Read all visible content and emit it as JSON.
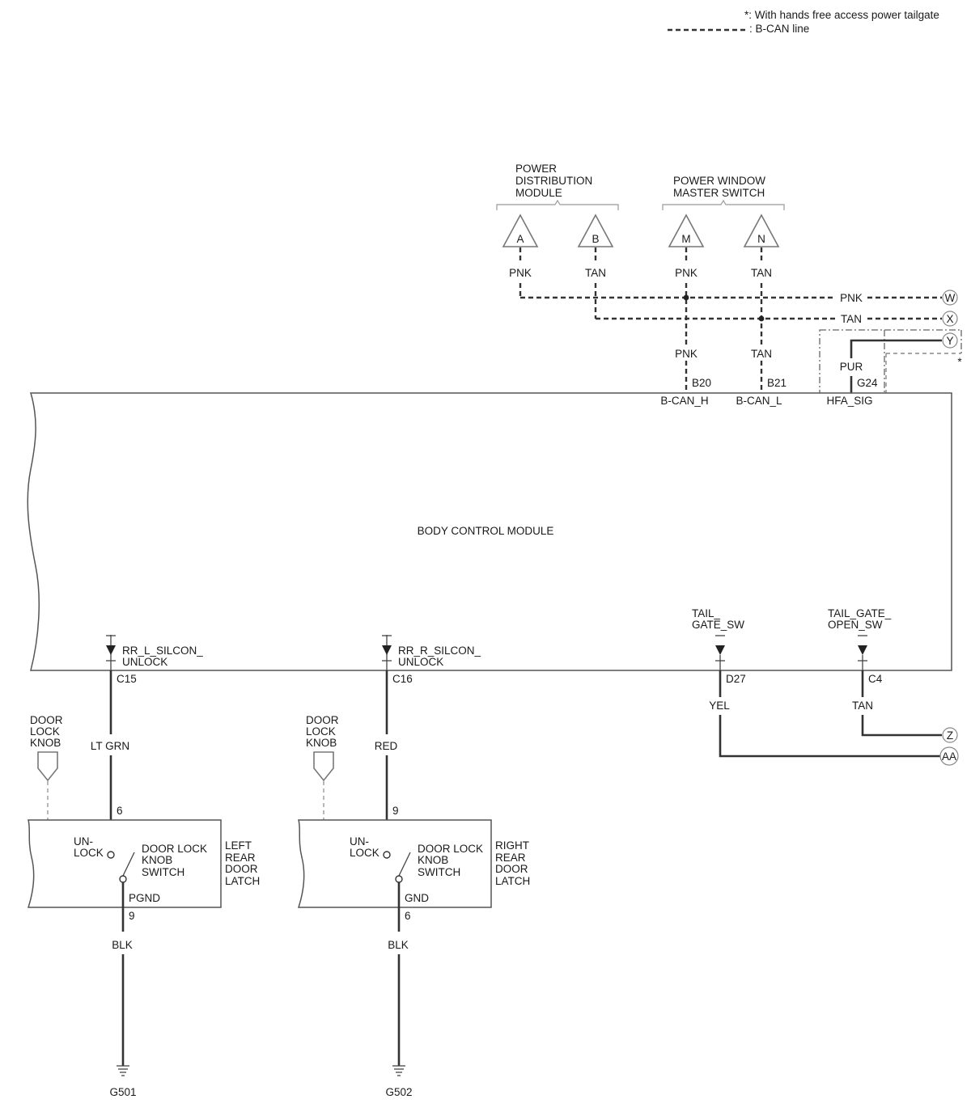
{
  "legend": {
    "optional_note": "*: With hands free access power tailgate",
    "bcan_note": ": B-CAN line"
  },
  "pdm": {
    "label_line1": "POWER",
    "label_line2": "DISTRIBUTION",
    "label_line3": "MODULE",
    "pin_a": "A",
    "pin_b": "B",
    "wire_a": "PNK",
    "wire_b": "TAN"
  },
  "pwms": {
    "label_line1": "POWER WINDOW",
    "label_line2": "MASTER SWITCH",
    "pin_m": "M",
    "pin_n": "N",
    "wire_m": "PNK",
    "wire_n": "TAN"
  },
  "bus": {
    "pnk_label": "PNK",
    "tan_label": "TAN",
    "conn_w": "W",
    "conn_x": "X",
    "conn_y": "Y",
    "conn_z": "Z",
    "conn_aa": "AA",
    "optional_mark": "*"
  },
  "bcm": {
    "title": "BODY CONTROL MODULE",
    "b20": {
      "wire": "PNK",
      "pin": "B20",
      "signal": "B-CAN_H"
    },
    "b21": {
      "wire": "TAN",
      "pin": "B21",
      "signal": "B-CAN_L"
    },
    "g24": {
      "wire": "PUR",
      "pin": "G24",
      "signal": "HFA_SIG"
    },
    "c15": {
      "signal_line1": "RR_L_SILCON_",
      "signal_line2": "UNLOCK",
      "pin": "C15"
    },
    "c16": {
      "signal_line1": "RR_R_SILCON_",
      "signal_line2": "UNLOCK",
      "pin": "C16"
    },
    "d27": {
      "signal_line1": "TAIL_",
      "signal_line2": "GATE_SW",
      "pin": "D27",
      "wire": "YEL"
    },
    "c4": {
      "signal_line1": "TAIL_GATE_",
      "signal_line2": "OPEN_SW",
      "pin": "C4",
      "wire": "TAN"
    }
  },
  "left_latch": {
    "knob_line1": "DOOR",
    "knob_line2": "LOCK",
    "knob_line3": "KNOB",
    "wire_in": "LT GRN",
    "pin_in": "6",
    "unlock_line1": "UN-",
    "unlock_line2": "LOCK",
    "switch_line1": "DOOR LOCK",
    "switch_line2": "KNOB",
    "switch_line3": "SWITCH",
    "latch_line1": "LEFT",
    "latch_line2": "REAR",
    "latch_line3": "DOOR",
    "latch_line4": "LATCH",
    "gnd_signal": "PGND",
    "pin_out": "9",
    "wire_out": "BLK",
    "ground": "G501"
  },
  "right_latch": {
    "knob_line1": "DOOR",
    "knob_line2": "LOCK",
    "knob_line3": "KNOB",
    "wire_in": "RED",
    "pin_in": "9",
    "unlock_line1": "UN-",
    "unlock_line2": "LOCK",
    "switch_line1": "DOOR LOCK",
    "switch_line2": "KNOB",
    "switch_line3": "SWITCH",
    "latch_line1": "RIGHT",
    "latch_line2": "REAR",
    "latch_line3": "DOOR",
    "latch_line4": "LATCH",
    "gnd_signal": "GND",
    "pin_out": "6",
    "wire_out": "BLK",
    "ground": "G502"
  }
}
